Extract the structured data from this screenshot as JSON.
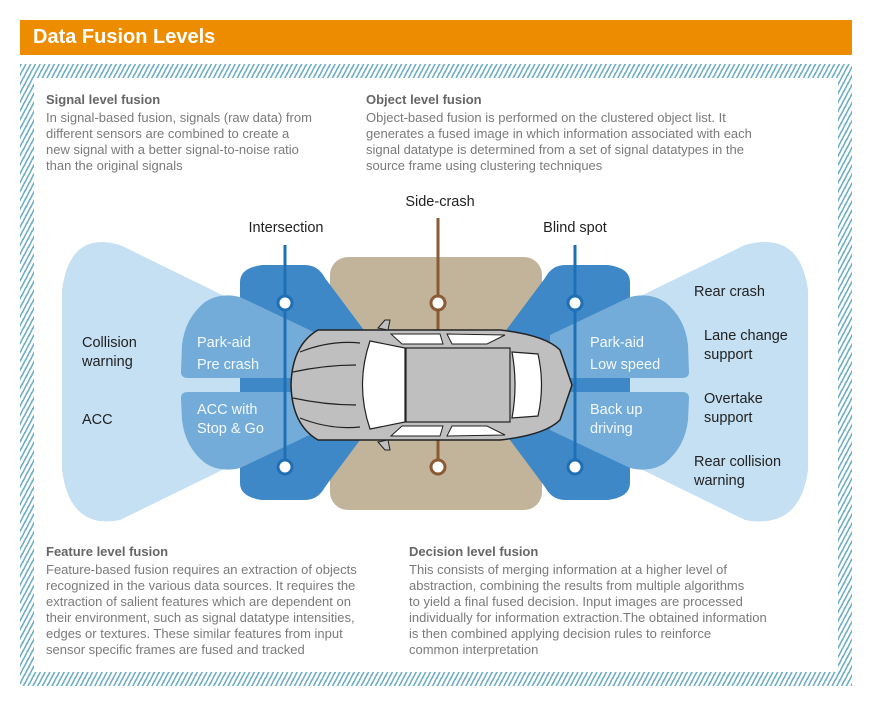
{
  "header": {
    "title": "Data Fusion Levels"
  },
  "colors": {
    "accent_orange": "#ee8c00",
    "stripe_blue": "#6fb0c6",
    "fan_light": "#c5dff3",
    "fan_medium": "#73acd8",
    "fan_dark": "#3f88c8",
    "side_zone": "#c2b49a",
    "side_line": "#8a5a34",
    "sensor_line": "#1f6fb5",
    "car_body": "#bfbfbf"
  },
  "fusion_levels": {
    "signal": {
      "title": "Signal level fusion",
      "text": "In signal-based fusion, signals (raw data) from\ndifferent sensors are combined to create a\nnew signal with a better signal-to-noise ratio\nthan the original signals"
    },
    "object": {
      "title": "Object level fusion",
      "text": "Object-based fusion is performed on the clustered object list. It\ngenerates a fused image in which information associated with each\nsignal datatype is determined from a set of signal datatypes in the\nsource frame using clustering techniques"
    },
    "feature": {
      "title": "Feature level fusion",
      "text": "Feature-based fusion requires an extraction of objects\nrecognized in the various data sources. It requires the\nextraction of salient features which are dependent on\ntheir environment, such as signal datatype intensities,\nedges or textures. These similar features from input\nsensor specific frames are fused and tracked"
    },
    "decision": {
      "title": "Decision level fusion",
      "text": "This consists of merging information at a higher level of\nabstraction, combining the results from multiple algorithms\nto yield a final fused decision. Input images are processed\nindividually for information extraction.The obtained information\nis then combined applying decision rules to reinforce\ncommon interpretation"
    }
  },
  "diagram": {
    "sensor_labels": {
      "intersection": "Intersection",
      "side_crash": "Side-crash",
      "blind_spot": "Blind spot"
    },
    "front_far": {
      "line1": "Collision",
      "line2": "warning",
      "acc": "ACC"
    },
    "front_near": {
      "top1": "Park-aid",
      "top2": "Pre crash",
      "bottom1": "ACC with",
      "bottom2": "Stop & Go"
    },
    "rear_near": {
      "top1": "Park-aid",
      "top2": "Low speed",
      "bottom1": "Back up",
      "bottom2": "driving"
    },
    "rear_far": {
      "rear_crash": "Rear crash",
      "lane1": "Lane change",
      "lane2": "support",
      "overtake1": "Overtake",
      "overtake2": "support",
      "rear_collision1": "Rear collision",
      "rear_collision2": "warning"
    }
  }
}
